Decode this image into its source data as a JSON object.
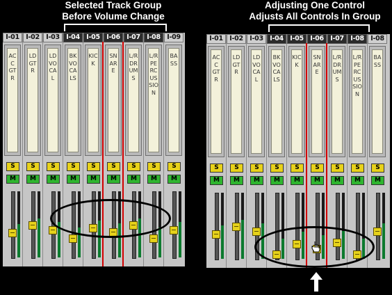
{
  "captions": {
    "left_line1": "Selected Track Group",
    "left_line2": "Before Volume Change",
    "right_line1": "Adjusting One Control",
    "right_line2": "Adjusts All Controls In Group"
  },
  "buttons": {
    "solo": "S",
    "mute": "M"
  },
  "tracks_left": [
    {
      "id": "I-01",
      "name": "ACC GTR",
      "selected": false,
      "fader": 0.35
    },
    {
      "id": "I-02",
      "name": "LD GTR",
      "selected": false,
      "fader": 0.48
    },
    {
      "id": "I-03",
      "name": "LD VOCAL",
      "selected": false,
      "fader": 0.4
    },
    {
      "id": "I-04",
      "name": "BK VOCALS",
      "selected": true,
      "fader": 0.25
    },
    {
      "id": "I-05",
      "name": "KICK",
      "selected": true,
      "fader": 0.43
    },
    {
      "id": "I-06",
      "name": "SNARE",
      "selected": true,
      "fader": 0.36
    },
    {
      "id": "I-07",
      "name": "L/R DRUMS",
      "selected": true,
      "fader": 0.48
    },
    {
      "id": "I-08",
      "name": "L/R PERCUSSION",
      "selected": true,
      "fader": 0.25
    },
    {
      "id": "I-09",
      "name": "BASS",
      "selected": false,
      "fader": 0.4
    }
  ],
  "tracks_right": [
    {
      "id": "I-01",
      "name": "ACC GTR",
      "selected": false,
      "fader": 0.35
    },
    {
      "id": "I-02",
      "name": "LD GTR",
      "selected": false,
      "fader": 0.48
    },
    {
      "id": "I-03",
      "name": "LD VOCAL",
      "selected": false,
      "fader": 0.4
    },
    {
      "id": "I-04",
      "name": "BK VOCALS",
      "selected": true,
      "fader": 0.0
    },
    {
      "id": "I-05",
      "name": "KICK",
      "selected": true,
      "fader": 0.18
    },
    {
      "id": "I-06",
      "name": "SNARE",
      "selected": true,
      "fader": 0.1
    },
    {
      "id": "I-07",
      "name": "L/R DRUMS",
      "selected": true,
      "fader": 0.21
    },
    {
      "id": "I-08",
      "name": "L/R PERCUSSION",
      "selected": true,
      "fader": 0.0
    },
    {
      "id": "I-08",
      "name": "BASS",
      "selected": false,
      "fader": 0.4
    }
  ],
  "colors": {
    "solo": "#e8d21a",
    "mute": "#2fb52f",
    "fader_cap": "#e6d21b",
    "group_marker": "#d20000",
    "selected_header": "#2b2b2b"
  }
}
